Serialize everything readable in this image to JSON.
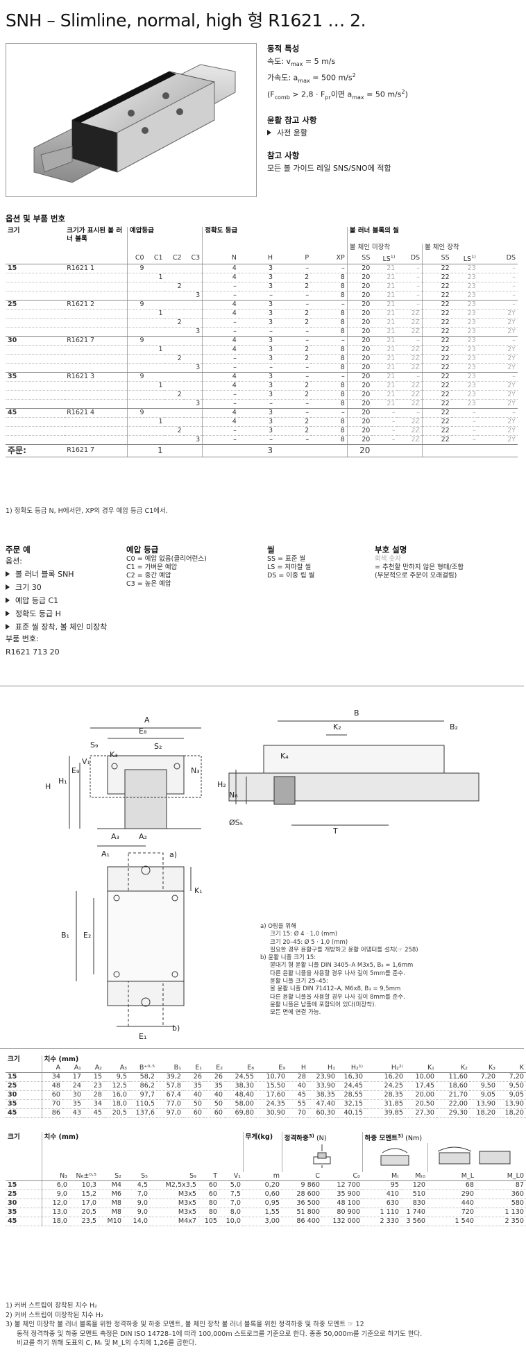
{
  "title": "SNH – Slimline, normal, high 형 R1621 … 2.",
  "dynamics": {
    "heading": "동적 특성",
    "velocity": "속도: v",
    "velocity_sub": "max",
    "velocity_val": " = 5 m/s",
    "accel": "가속도: a",
    "accel_sub": "max",
    "accel_val": " = 500 m/s",
    "accel_sup": "2",
    "cond_1": "(F",
    "cond_sub1": "comb",
    "cond_2": " > 2,8 · F",
    "cond_sub2": "pr",
    "cond_3": "이면 a",
    "cond_sub3": "max",
    "cond_4": " = 50 m/s",
    "cond_sup": "2",
    "cond_5": ")"
  },
  "lubrication": {
    "heading": "윤활 참고 사항",
    "item": "사전 윤활"
  },
  "reference": {
    "heading": "참고 사항",
    "text": "모든 볼 가이드 레일 SNS/SNO에 적합"
  },
  "options_heading": "옵션 및 부품 번호",
  "option_table": {
    "h_size": "크기",
    "h_block": "크기가 표시된 볼 러너 블록",
    "h_preload": "예압등급",
    "h_accuracy": "정확도 등급",
    "h_seal": "볼 러너 블록의 씰",
    "h_chain_no": "볼 체인 미장착",
    "h_chain_yes": "볼 체인 장착",
    "preload_cols": [
      "C0",
      "C1",
      "C2",
      "C3"
    ],
    "accuracy_cols": [
      "N",
      "H",
      "P",
      "XP"
    ],
    "seal_cols": [
      "SS",
      "LS",
      "DS",
      "SS",
      "LS",
      "DS"
    ],
    "ls_sup": "1)",
    "groups": [
      {
        "size": "15",
        "part": "R1621 1",
        "rows": [
          [
            "4",
            "3",
            "–",
            "–",
            "20",
            "21",
            "–",
            "22",
            "23",
            "–"
          ],
          [
            "4",
            "3",
            "2",
            "8",
            "20",
            "21",
            "–",
            "22",
            "23",
            "–"
          ],
          [
            "–",
            "3",
            "2",
            "8",
            "20",
            "21",
            "–",
            "22",
            "23",
            "–"
          ],
          [
            "–",
            "–",
            "–",
            "8",
            "20",
            "21",
            "–",
            "22",
            "23",
            "–"
          ]
        ]
      },
      {
        "size": "25",
        "part": "R1621 2",
        "rows": [
          [
            "4",
            "3",
            "–",
            "–",
            "20",
            "21",
            "–",
            "22",
            "23",
            "–"
          ],
          [
            "4",
            "3",
            "2",
            "8",
            "20",
            "21",
            "2Z",
            "22",
            "23",
            "2Y"
          ],
          [
            "–",
            "3",
            "2",
            "8",
            "20",
            "21",
            "2Z",
            "22",
            "23",
            "2Y"
          ],
          [
            "–",
            "–",
            "–",
            "8",
            "20",
            "21",
            "2Z",
            "22",
            "23",
            "2Y"
          ]
        ]
      },
      {
        "size": "30",
        "part": "R1621 7",
        "rows": [
          [
            "4",
            "3",
            "–",
            "–",
            "20",
            "21",
            "–",
            "22",
            "23",
            "–"
          ],
          [
            "4",
            "3",
            "2",
            "8",
            "20",
            "21",
            "2Z",
            "22",
            "23",
            "2Y"
          ],
          [
            "–",
            "3",
            "2",
            "8",
            "20",
            "21",
            "2Z",
            "22",
            "23",
            "2Y"
          ],
          [
            "–",
            "–",
            "–",
            "8",
            "20",
            "21",
            "2Z",
            "22",
            "23",
            "2Y"
          ]
        ]
      },
      {
        "size": "35",
        "part": "R1621 3",
        "rows": [
          [
            "4",
            "3",
            "–",
            "–",
            "20",
            "21",
            "–",
            "22",
            "23",
            "–"
          ],
          [
            "4",
            "3",
            "2",
            "8",
            "20",
            "21",
            "2Z",
            "22",
            "23",
            "2Y"
          ],
          [
            "–",
            "3",
            "2",
            "8",
            "20",
            "21",
            "2Z",
            "22",
            "23",
            "2Y"
          ],
          [
            "–",
            "–",
            "–",
            "8",
            "20",
            "21",
            "2Z",
            "22",
            "23",
            "2Y"
          ]
        ]
      },
      {
        "size": "45",
        "part": "R1621 4",
        "rows": [
          [
            "4",
            "3",
            "–",
            "–",
            "20",
            "–",
            "–",
            "22",
            "–",
            "–"
          ],
          [
            "4",
            "3",
            "2",
            "8",
            "20",
            "–",
            "2Z",
            "22",
            "–",
            "2Y"
          ],
          [
            "–",
            "3",
            "2",
            "8",
            "20",
            "–",
            "2Z",
            "22",
            "–",
            "2Y"
          ],
          [
            "–",
            "–",
            "–",
            "8",
            "20",
            "–",
            "2Z",
            "22",
            "–",
            "2Y"
          ]
        ]
      }
    ],
    "preload_marks": [
      "9",
      "1",
      "2",
      "3"
    ],
    "order_label": "주문:",
    "order_part": "R1621 7",
    "order_preload": "1",
    "order_accuracy": "3",
    "order_seal": "20"
  },
  "footnote_1": "1)  정확도 등급 N, H에서만, XP의 경우 예압 등급 C1에서.",
  "order_example": {
    "heading": "주문 예",
    "options_label": "옵션:",
    "items": [
      "볼 러너 블록 SNH",
      "크기 30",
      "예압 등급 C1",
      "정확도 등급 H",
      "표준 씰 장착, 볼 체인 미장착"
    ],
    "part_label": "부품 번호:",
    "part_number": "R1621 713 20"
  },
  "preload_legend": {
    "heading": "예압 등급",
    "lines": [
      "C0 = 예압 없음(클리어런스)",
      "C1 = 가벼운 예압",
      "C2 = 중간 예압",
      "C3 = 높은 예압"
    ]
  },
  "seal_legend": {
    "heading": "씰",
    "lines": [
      "SS = 표준 씰",
      "LS = 저마찰 씰",
      "DS = 이중 립 씰"
    ]
  },
  "symbol_legend": {
    "heading": "부호 설명",
    "gray": "회색 숫자",
    "lines": [
      "=  추천할 만하지 않은 형태/조합",
      "(부분적으로 주문이 오래걸림)"
    ]
  },
  "drawing_notes": {
    "a_label": "a)  O링을 위해",
    "a_lines": [
      "크기 15: Ø 4 · 1,0 (mm)",
      "크기 20–45: Ø 5 · 1,0 (mm)",
      "필요한 경우 윤활구를 개방하고 윤활 어댑터를 설치(☞ 258)"
    ],
    "b_label": "b)  윤활 니플 크기 15:",
    "b_lines": [
      "깔대기 형 윤활 니플 DIN 3405–A M3x5, B₃ = 1,6mm",
      "다른 윤활 니플을 사용할 경우 나사 깊이 5mm를 준수.",
      "윤활 니플 크기 25–45:",
      "볼 윤활 니플 DIN 71412–A, M6x8, B₃ = 9,5mm",
      "다른 윤활 니플을 사용할 경우 나사 깊이 8mm를 준수.",
      "윤활 니플은 납품에 포함되어 있다(미장착).",
      "모든 면에 연결 가능."
    ]
  },
  "dim_table_1": {
    "h_size": "크기",
    "h_dims": "치수 (mm)",
    "cols": [
      "A",
      "A₁",
      "A₂",
      "A₃",
      "B⁺⁰·⁵",
      "B₁",
      "E₁",
      "E₂",
      "E₈",
      "E₉",
      "H",
      "H₁",
      "H₂¹⁾",
      "H₂²⁾",
      "K₁",
      "K₂",
      "K₃",
      "K"
    ],
    "rows": [
      [
        "15",
        "34",
        "17",
        "15",
        "9,5",
        "58,2",
        "39,2",
        "26",
        "26",
        "24,55",
        "10,70",
        "28",
        "23,90",
        "16,30",
        "16,20",
        "10,00",
        "11,60",
        "7,20",
        "7,20"
      ],
      [
        "25",
        "48",
        "24",
        "23",
        "12,5",
        "86,2",
        "57,8",
        "35",
        "35",
        "38,30",
        "15,50",
        "40",
        "33,90",
        "24,45",
        "24,25",
        "17,45",
        "18,60",
        "9,50",
        "9,50"
      ],
      [
        "30",
        "60",
        "30",
        "28",
        "16,0",
        "97,7",
        "67,4",
        "40",
        "40",
        "48,40",
        "17,60",
        "45",
        "38,35",
        "28,55",
        "28,35",
        "20,00",
        "21,70",
        "9,05",
        "9,05"
      ],
      [
        "35",
        "70",
        "35",
        "34",
        "18,0",
        "110,5",
        "77,0",
        "50",
        "50",
        "58,00",
        "24,35",
        "55",
        "47,40",
        "32,15",
        "31,85",
        "20,50",
        "22,00",
        "13,90",
        "13,90"
      ],
      [
        "45",
        "86",
        "43",
        "45",
        "20,5",
        "137,6",
        "97,0",
        "60",
        "60",
        "69,80",
        "30,90",
        "70",
        "60,30",
        "40,15",
        "39,85",
        "27,30",
        "29,30",
        "18,20",
        "18,20"
      ]
    ]
  },
  "dim_table_2": {
    "h_size": "크기",
    "h_dims": "치수 (mm)",
    "h_weight": "무게(kg)",
    "h_load": "정격하중",
    "h_load_sup": "3)",
    "h_load_unit": " (N)",
    "h_moment": "하중 모멘트",
    "h_moment_sup": "3)",
    "h_moment_unit": " (Nm)",
    "cols": [
      "N₃",
      "N₆±⁰·⁵",
      "S₂",
      "S₅",
      "S₉",
      "T",
      "V₁",
      "m",
      "C",
      "C₀",
      "Mₜ",
      "Mₜ₀",
      "M_L",
      "M_L0"
    ],
    "rows": [
      [
        "15",
        "6,0",
        "10,3",
        "M4",
        "4,5",
        "M2,5x3,5",
        "60",
        "5,0",
        "0,20",
        "9 860",
        "12 700",
        "95",
        "120",
        "68",
        "87"
      ],
      [
        "25",
        "9,0",
        "15,2",
        "M6",
        "7,0",
        "M3x5",
        "60",
        "7,5",
        "0,60",
        "28 600",
        "35 900",
        "410",
        "510",
        "290",
        "360"
      ],
      [
        "30",
        "12,0",
        "17,0",
        "M8",
        "9,0",
        "M3x5",
        "80",
        "7,0",
        "0,95",
        "36 500",
        "48 100",
        "630",
        "830",
        "440",
        "580"
      ],
      [
        "35",
        "13,0",
        "20,5",
        "M8",
        "9,0",
        "M3x5",
        "80",
        "8,0",
        "1,55",
        "51 800",
        "80 900",
        "1 110",
        "1 740",
        "720",
        "1 130"
      ],
      [
        "45",
        "18,0",
        "23,5",
        "M10",
        "14,0",
        "M4x7",
        "105",
        "10,0",
        "3,00",
        "86 400",
        "132 000",
        "2 330",
        "3 560",
        "1 540",
        "2 350"
      ]
    ]
  },
  "footnotes_bottom": {
    "f1": "1)  커버 스트립이 장착된 치수 H₂",
    "f2": "2)  커버 스트립이 미장착된 치수 H₂",
    "f3": "3)  볼 체인 미장착 볼 러너 블록을 위한 정격하중 및 하중 모멘트, 볼 체인 장착 볼 러너 블록을 위한 정격하중 및 하중 모멘트 ☞ 12",
    "f3b": "동적 정격하중 및 하중 모멘트 측정은 DIN ISO 14728–1에 따라 100,000m 스트로크를 기준으로 한다. 종종 50,000m를 기준으로 하기도 한다.",
    "f3c": "비교를 하기 위해 도표의 C, Mₜ 및 M_L의 수치에 1,26를 곱한다."
  },
  "drawing_labels": [
    "A",
    "E₈",
    "S₉",
    "K₃",
    "V₁",
    "S₂",
    "N₃",
    "E₉",
    "H",
    "H₁",
    "A₃",
    "A₂",
    "A₁",
    "B",
    "K₂",
    "B₂",
    "K₄",
    "H₂",
    "N₆",
    "ØS₅",
    "T",
    "a)",
    "K₁",
    "B₁",
    "E₂",
    "E₁",
    "b)"
  ]
}
